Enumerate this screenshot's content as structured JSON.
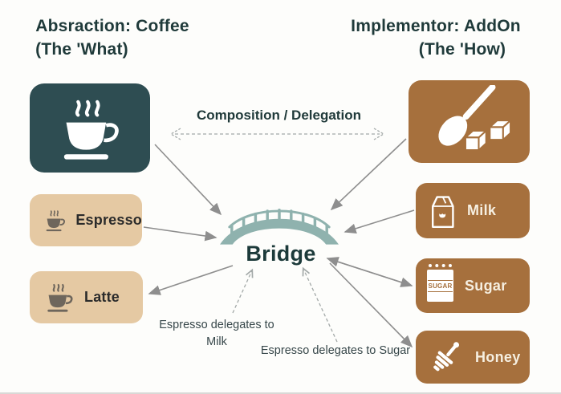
{
  "titles": {
    "abstraction_line1": "Absraction: Coffee",
    "abstraction_line2": "(The 'What)",
    "implementor_line1": "Implementor: AddOn",
    "implementor_line2": "(The 'How)"
  },
  "center": {
    "relationship_label": "Composition / Delegation",
    "bridge_label": "Bridge",
    "bridge_icon": "bridge-icon"
  },
  "abstraction_items": [
    {
      "label": "Espresso",
      "icon": "espresso-cup-icon"
    },
    {
      "label": "Latte",
      "icon": "latte-cup-icon"
    }
  ],
  "implementor_items": [
    {
      "label": "Milk",
      "icon": "milk-carton-icon"
    },
    {
      "label": "Sugar",
      "icon": "sugar-packet-icon"
    },
    {
      "label": "Honey",
      "icon": "honey-dipper-icon"
    }
  ],
  "icons": {
    "abstraction_main": "coffee-cup-icon",
    "implementor_main": "spoon-sugar-icon",
    "sugar_packet_text": "SUGAR"
  },
  "annotations": {
    "milk_note_line1": "Espresso delegates to",
    "milk_note_line2": "Milk",
    "sugar_note": "Espresso delegates to Sugar"
  },
  "colors": {
    "abstraction_dark": "#2E4D52",
    "abstraction_tan": "#E5C9A3",
    "implementor_brown": "#A6703D",
    "bridge_teal": "#8FB2AE",
    "title_text": "#1F3A3A",
    "arrow_gray": "#8E8E8E",
    "light_label": "#F6EFE1"
  }
}
